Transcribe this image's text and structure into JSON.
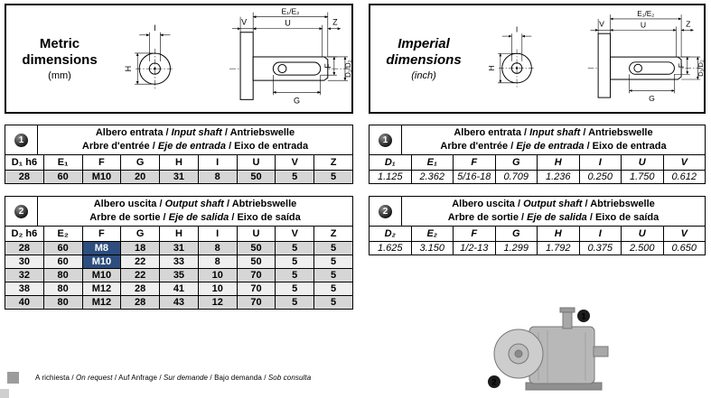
{
  "boxes": {
    "metric": {
      "title1": "Metric",
      "title2": "dimensions",
      "subtitle": "(mm)"
    },
    "imperial": {
      "title1": "Imperial",
      "title2": "dimensions",
      "subtitle": "(inch)"
    }
  },
  "drawing_labels": {
    "e": "E₁/E₂",
    "u": "U",
    "v": "V",
    "z": "Z",
    "i": "I",
    "h": "H",
    "f": "F",
    "g": "G",
    "d": "D₁/D₂"
  },
  "tables": {
    "metric_input": {
      "badge": "1",
      "title_line1": [
        "Albero entrata / ",
        "Input shaft",
        " / Antriebswelle"
      ],
      "title_line2": [
        "Arbre d'entrée / ",
        "Eje de entrada",
        " / Eixo de entrada"
      ],
      "headers": [
        "D₁ h6",
        "E₁",
        "F",
        "G",
        "H",
        "I",
        "U",
        "V",
        "Z"
      ],
      "rows": [
        [
          "28",
          "60",
          "M10",
          "20",
          "31",
          "8",
          "50",
          "5",
          "5"
        ]
      ]
    },
    "metric_output": {
      "badge": "2",
      "title_line1": [
        "Albero uscita / ",
        "Output shaft",
        " / Abtriebswelle"
      ],
      "title_line2": [
        "Arbre de sortie / ",
        "Eje de salida",
        " / Eixo de saída"
      ],
      "headers": [
        "D₂ h6",
        "E₂",
        "F",
        "G",
        "H",
        "I",
        "U",
        "V",
        "Z"
      ],
      "rows": [
        [
          "28",
          "60",
          "M8",
          "18",
          "31",
          "8",
          "50",
          "5",
          "5"
        ],
        [
          "30",
          "60",
          "M10",
          "22",
          "33",
          "8",
          "50",
          "5",
          "5"
        ],
        [
          "32",
          "80",
          "M10",
          "22",
          "35",
          "10",
          "70",
          "5",
          "5"
        ],
        [
          "38",
          "80",
          "M12",
          "28",
          "41",
          "10",
          "70",
          "5",
          "5"
        ],
        [
          "40",
          "80",
          "M12",
          "28",
          "43",
          "12",
          "70",
          "5",
          "5"
        ]
      ],
      "highlight": [
        [
          0,
          2
        ],
        [
          1,
          2
        ]
      ]
    },
    "imperial_input": {
      "badge": "1",
      "title_line1": [
        "Albero entrata / ",
        "Input shaft",
        " / Antriebswelle"
      ],
      "title_line2": [
        "Arbre d'entrée / ",
        "Eje de entrada",
        " / Eixo de entrada"
      ],
      "headers": [
        "D₁",
        "E₁",
        "F",
        "G",
        "H",
        "I",
        "U",
        "V"
      ],
      "rows": [
        [
          "1.125",
          "2.362",
          "5/16-18",
          "0.709",
          "1.236",
          "0.250",
          "1.750",
          "0.612"
        ]
      ]
    },
    "imperial_output": {
      "badge": "2",
      "title_line1": [
        "Albero uscita / ",
        "Output shaft",
        " / Abtriebswelle"
      ],
      "title_line2": [
        "Arbre de sortie / ",
        "Eje de salida",
        " / Eixo de saída"
      ],
      "headers": [
        "D₂",
        "E₂",
        "F",
        "G",
        "H",
        "I",
        "U",
        "V"
      ],
      "rows": [
        [
          "1.625",
          "3.150",
          "1/2-13",
          "1.299",
          "1.792",
          "0.375",
          "2.500",
          "0.650"
        ]
      ]
    }
  },
  "figure": {
    "badge1": "1",
    "badge2": "2"
  },
  "footer": {
    "segments": [
      "A richiesta / ",
      "On request",
      " / Auf Anfrage / ",
      "Sur demande",
      " / Bajo demanda / ",
      "Sob consulta"
    ]
  },
  "colors": {
    "row_dark": "#d6d6d6",
    "row_light": "#efefef",
    "highlight": "#2d4e7e",
    "accent_black": "#000000"
  }
}
